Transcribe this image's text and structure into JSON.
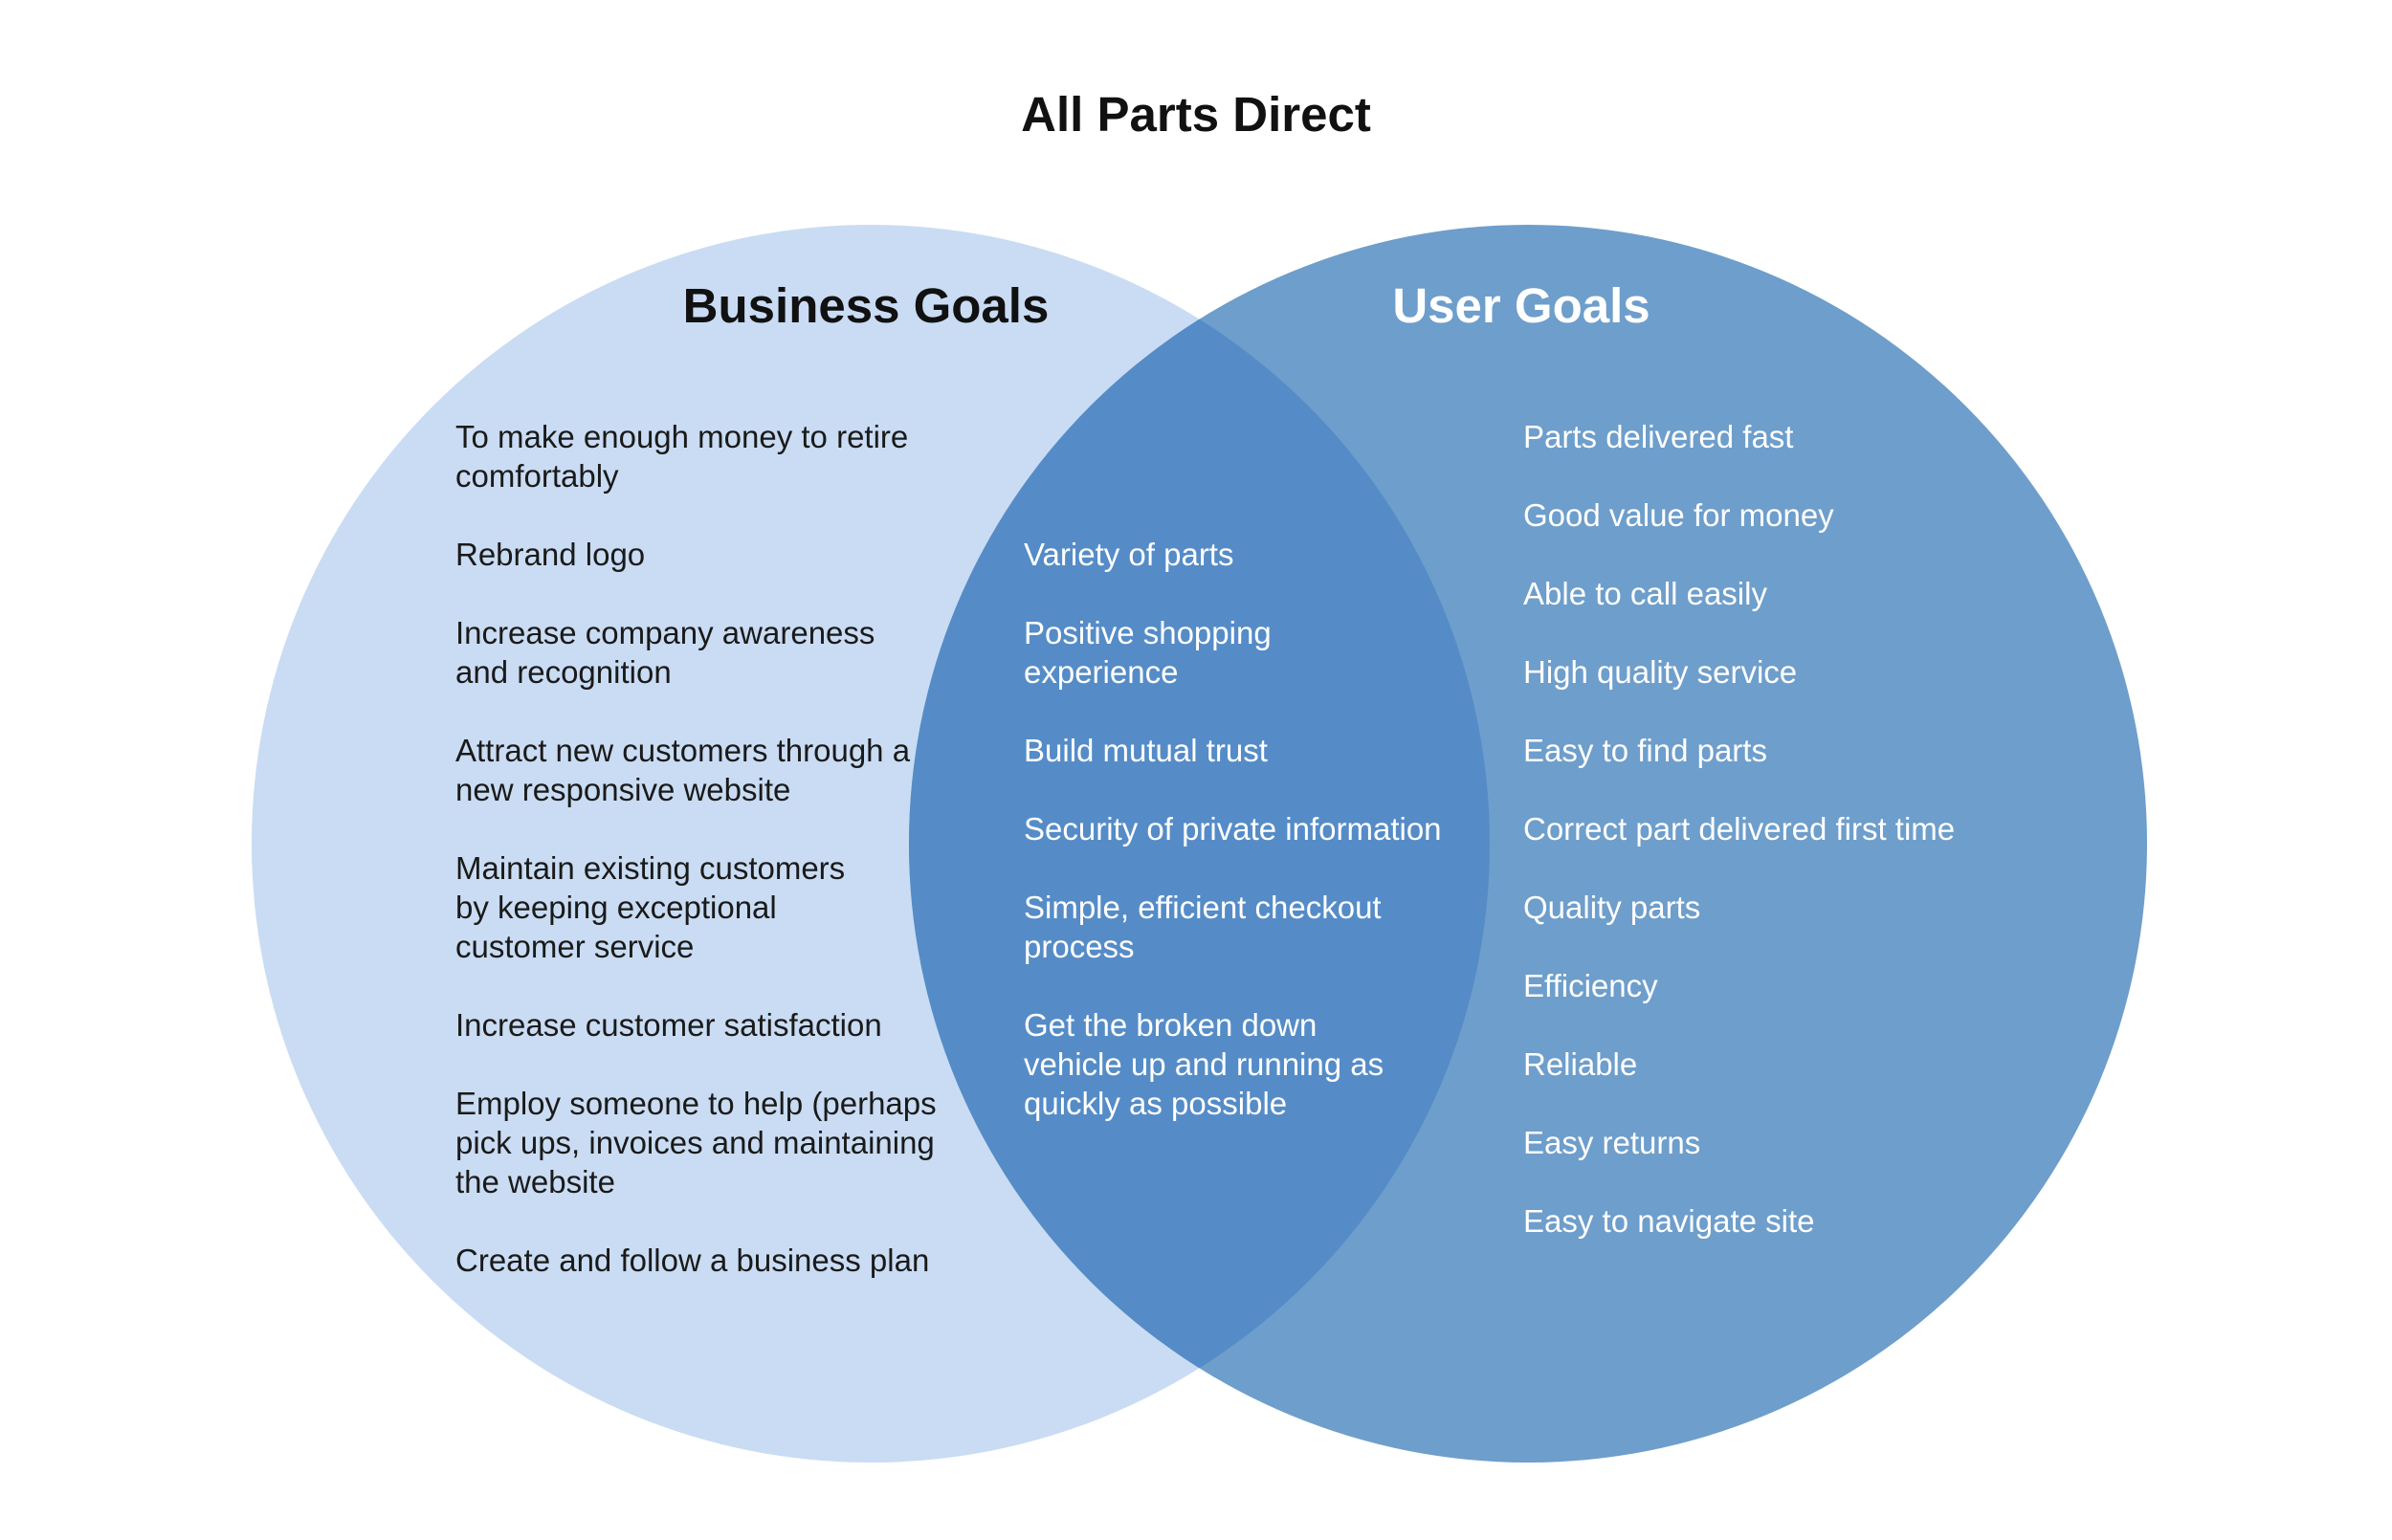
{
  "title": "All Parts Direct",
  "colors": {
    "left_circle": "#c9dcf3",
    "right_circle": "#6e9ecb",
    "overlap": "#558cc7",
    "dark_text": "#111111",
    "light_text": "#ffffff"
  },
  "sets": {
    "left": {
      "title": "Business Goals",
      "items": [
        "To make enough money to retire comfortably",
        "Rebrand logo",
        "Increase company awareness and recognition",
        "Attract new customers through a new responsive website",
        "Maintain existing customers by keeping exceptional customer service",
        "Increase customer satisfaction",
        "Employ someone to help (perhaps pick ups, invoices and maintaining the website",
        "Create and follow a business plan"
      ]
    },
    "right": {
      "title": "User Goals",
      "items": [
        "Parts delivered fast",
        "Good value for money",
        "Able to call easily",
        "High quality service",
        "Easy to find parts",
        "Correct part delivered first time",
        "Quality parts",
        "Efficiency",
        "Reliable",
        "Easy returns",
        "Easy to navigate site"
      ]
    },
    "overlap": {
      "items": [
        "Variety of parts",
        "Positive shopping experience",
        "Build mutual trust",
        "Security of private information",
        "Simple, efficient checkout process",
        "Get the broken down vehicle up and running as quickly as possible"
      ]
    }
  }
}
